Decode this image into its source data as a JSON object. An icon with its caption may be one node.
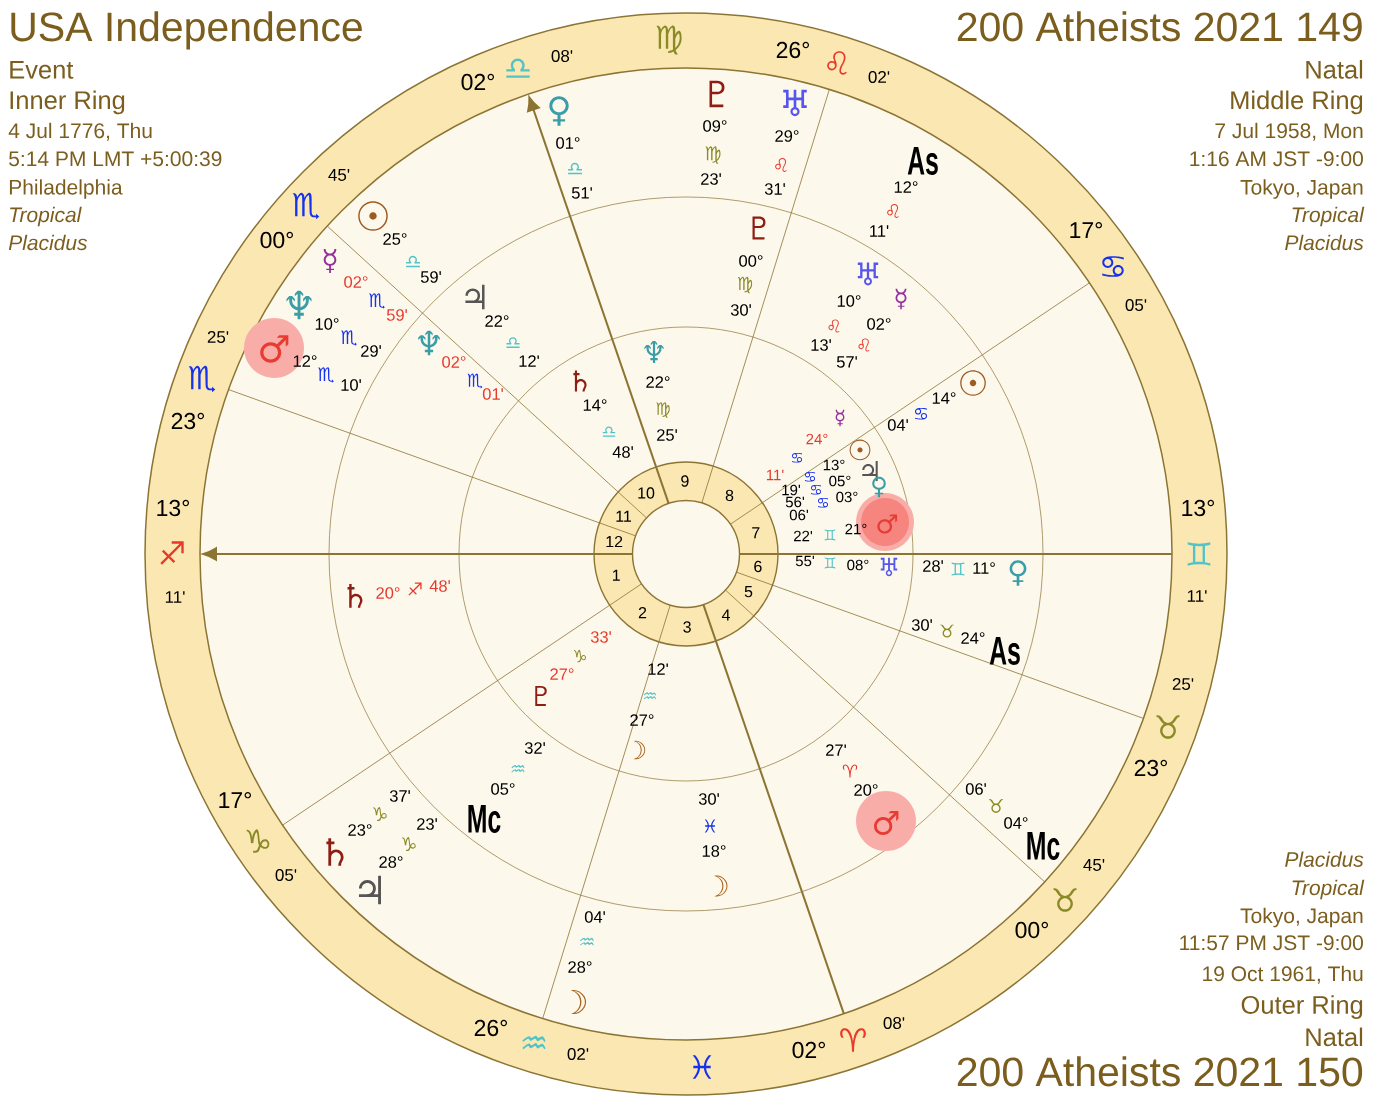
{
  "diagram": {
    "labels": [
      "USA Independence",
      "Event",
      "Inner Ring",
      "4 Jul 1776, Thu",
      "5:14 PM LMT +5:00:39",
      "Philadelphia",
      "Tropical",
      "Placidus",
      "200 Atheists 2021 149",
      "Natal",
      "Middle Ring",
      "7 Jul 1958, Mon",
      "1:16 AM JST -9:00",
      "Tokyo, Japan",
      "Tropical",
      "Placidus",
      "13°",
      "♐",
      "11'",
      "25'",
      "♏",
      "23°",
      "45'",
      "♏",
      "00°",
      "02°",
      "♎",
      "08'",
      "♍",
      "26°",
      "♌",
      "02'",
      "17°",
      "♋",
      "05'",
      "13°",
      "♊",
      "11'",
      "25'",
      "♉",
      "23°",
      "45'",
      "♉",
      "00°",
      "08'",
      "♈",
      "02°",
      "♓",
      "02'",
      "♒",
      "26°",
      "05'",
      "♑",
      "17°",
      "1",
      "2",
      "3",
      "4",
      "5",
      "6",
      "7",
      "8",
      "9",
      "10",
      "11",
      "12",
      "♀",
      "01°",
      "♎",
      "51'",
      "♇",
      "09°",
      "♍",
      "23'",
      "♅",
      "29°",
      "♌",
      "31'",
      "As",
      "12°",
      "♌",
      "11'",
      "Mc",
      "04°",
      "♉",
      "06'",
      "☉",
      "25°",
      "♎",
      "59'",
      "☿",
      "02°",
      "♏",
      "59'",
      "♆",
      "10°",
      "♏",
      "29'",
      "♂",
      "12°",
      "♏",
      "10'",
      "♄",
      "23°",
      "♑",
      "37'",
      "♃",
      "28°",
      "♑",
      "23'",
      "☽",
      "28°",
      "♒",
      "04'",
      "♇",
      "00°",
      "♍",
      "30'",
      "♅",
      "10°",
      "♌",
      "13'",
      "☿",
      "02°",
      "♌",
      "57'",
      "☉",
      "14°",
      "♋",
      "04'",
      "♀",
      "11°",
      "♊",
      "28'",
      "As",
      "24°",
      "♉",
      "30'",
      "♂",
      "20°",
      "♈",
      "27'",
      "☽",
      "18°",
      "♓",
      "30'",
      "Mc",
      "05°",
      "♒",
      "32'",
      "♄",
      "20°",
      "♐",
      "48'",
      "♆",
      "02°",
      "♏",
      "01'",
      "♃",
      "22°",
      "♎",
      "12'",
      "♆",
      "22°",
      "♍",
      "25'",
      "♄",
      "14°",
      "♎",
      "48'",
      "☿",
      "24°",
      "♋",
      "11'",
      "☉",
      "13°",
      "♋",
      "19'",
      "♃",
      "05°",
      "♋",
      "56'",
      "♀",
      "03°",
      "♋",
      "06'",
      "♂",
      "21°",
      "♊",
      "22'",
      "♅",
      "08°",
      "♊",
      "55'",
      "☽",
      "27°",
      "♒",
      "12'",
      "♇",
      "27°",
      "♑",
      "33'",
      "Placidus",
      "Tropical",
      "Tokyo, Japan",
      "11:57 PM JST -9:00",
      "19 Oct 1961, Thu",
      "Outer Ring",
      "Natal",
      "200 Atheists 2021 150"
    ]
  }
}
